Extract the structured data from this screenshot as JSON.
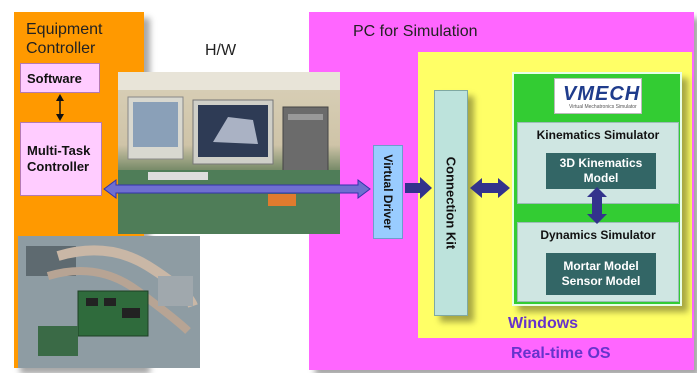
{
  "equipment_controller": {
    "title_line1": "Equipment",
    "title_line2": "Controller",
    "software_label": "Software",
    "multitask_line1": "Multi-Task",
    "multitask_line2": "Controller"
  },
  "hardware": {
    "label": "H/W"
  },
  "pc_simulation": {
    "title": "PC for Simulation",
    "rtos_label": "Real-time OS",
    "virtual_driver_label": "Virtual Driver",
    "connection_kit_label": "Connection Kit",
    "windows_label": "Windows"
  },
  "simulator": {
    "logo_text": "VMECH",
    "logo_subtext": "Virtual Mechatronics Simulator",
    "kinematics_title": "Kinematics Simulator",
    "kinematics_model_line1": "3D Kinematics",
    "kinematics_model_line2": "Model",
    "dynamics_title": "Dynamics Simulator",
    "dynamics_model_line1": "Mortar Model",
    "dynamics_model_line2": "Sensor Model"
  },
  "colors": {
    "equipment_panel": "#ff9900",
    "pc_panel": "#ff66ff",
    "windows_panel": "#ffff66",
    "simulator_panel": "#33cc33",
    "box_pink": "#ffccff",
    "model_teal": "#336666",
    "arrow_blue": "#3333aa",
    "label_purple": "#6633cc"
  }
}
